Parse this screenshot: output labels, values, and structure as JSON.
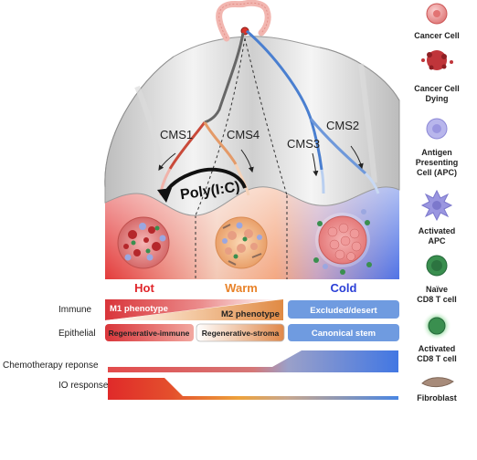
{
  "subtypes": {
    "cms1": "CMS1",
    "cms4": "CMS4",
    "cms3": "CMS3",
    "cms2": "CMS2",
    "treatment": "Poly(I:C)"
  },
  "zones": {
    "hot": "Hot",
    "warm": "Warm",
    "cold": "Cold"
  },
  "rows": {
    "immune": {
      "label": "Immune",
      "m1": "M1 phenotype",
      "m2": "M2 phenotype",
      "cold": "Excluded/desert"
    },
    "epithelial": {
      "label": "Epithelial",
      "hot": "Regenerative-immune",
      "warm": "Regenerative-stroma",
      "cold": "Canonical stem"
    },
    "chemo": {
      "label": "Chemotherapy reponse"
    },
    "io": {
      "label": "IO response"
    }
  },
  "legend": [
    {
      "label": "Cancer Cell",
      "icon": "cancer-cell-icon"
    },
    {
      "label": "Cancer Cell Dying",
      "icon": "dying-cancer-cell-icon"
    },
    {
      "label": "Antigen Presenting Cell (APC)",
      "icon": "apc-icon"
    },
    {
      "label": "Activated APC",
      "icon": "activated-apc-icon"
    },
    {
      "label": "Naïve CD8 T cell",
      "icon": "naive-cd8-icon"
    },
    {
      "label": "Activated CD8 T cell",
      "icon": "activated-cd8-icon"
    },
    {
      "label": "Fibroblast",
      "icon": "fibroblast-icon"
    }
  ],
  "colors": {
    "hot": "#e0262b",
    "warm": "#e8832a",
    "cold": "#2a3fd6",
    "coldBox": "#6f9be0",
    "path_dark": "#555555",
    "path_blue": "#4a7fd0"
  }
}
